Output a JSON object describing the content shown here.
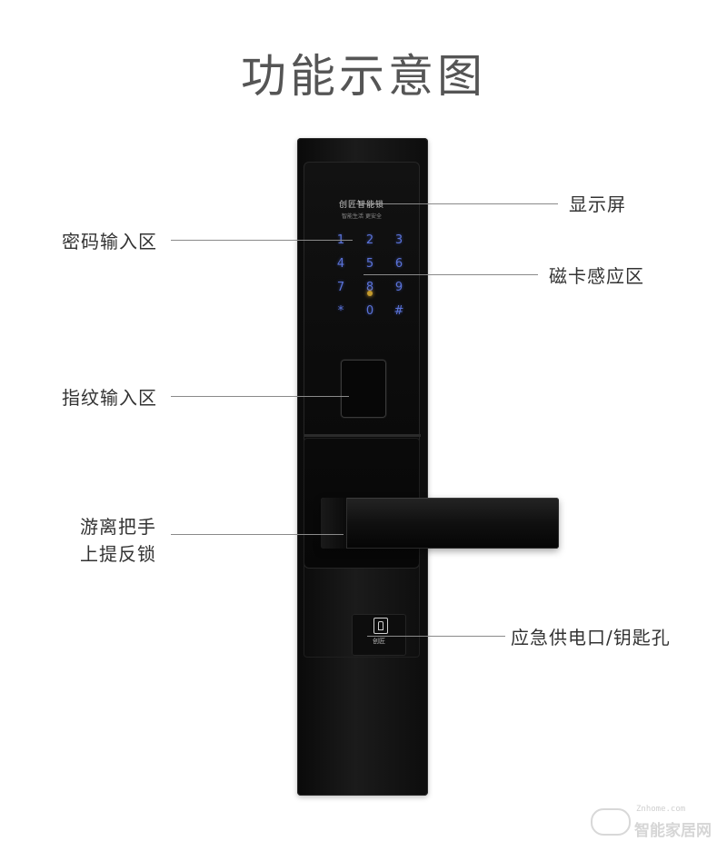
{
  "title": "功能示意图",
  "lock": {
    "brand": "创匠智能锁",
    "brand_sub": "智能生活 更安全",
    "keys": [
      "1",
      "2",
      "3",
      "4",
      "5",
      "6",
      "7",
      "8",
      "9",
      "*",
      "0",
      "#"
    ],
    "keyhole_text": "创匠"
  },
  "callouts": {
    "display": "显示屏",
    "password": "密码输入区",
    "card": "磁卡感应区",
    "fingerprint": "指纹输入区",
    "handle_line1": "游离把手",
    "handle_line2": "上提反锁",
    "emergency": "应急供电口/钥匙孔"
  },
  "watermark": {
    "url": "Znhome.com",
    "name": "智能家居网"
  }
}
